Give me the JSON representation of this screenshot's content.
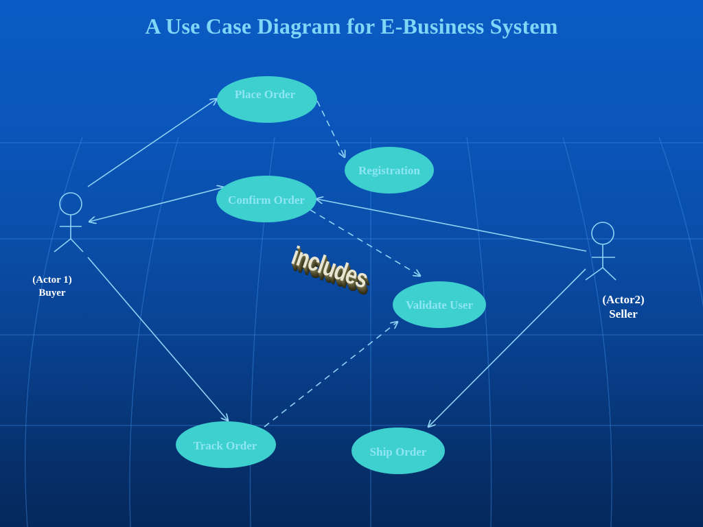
{
  "slide": {
    "title": "A Use Case Diagram for E-Business System"
  },
  "actors": {
    "buyer": {
      "line1": "(Actor 1)",
      "line2": "Buyer"
    },
    "seller": {
      "line1": "(Actor2)",
      "line2": "Seller"
    }
  },
  "use_cases": {
    "place_order": "Place Order",
    "registration": "Registration",
    "confirm_order": "Confirm Order",
    "validate_user": "Validate User",
    "track_order": "Track Order",
    "ship_order": "Ship Order"
  },
  "stereotype": "includes",
  "colors": {
    "background_top": "#0a5bc4",
    "background_bottom": "#05285c",
    "title": "#7fd6f7",
    "use_case_fill": "#3ecfcf",
    "use_case_text": "#8ee6f2",
    "connector": "#8fd3f5"
  }
}
